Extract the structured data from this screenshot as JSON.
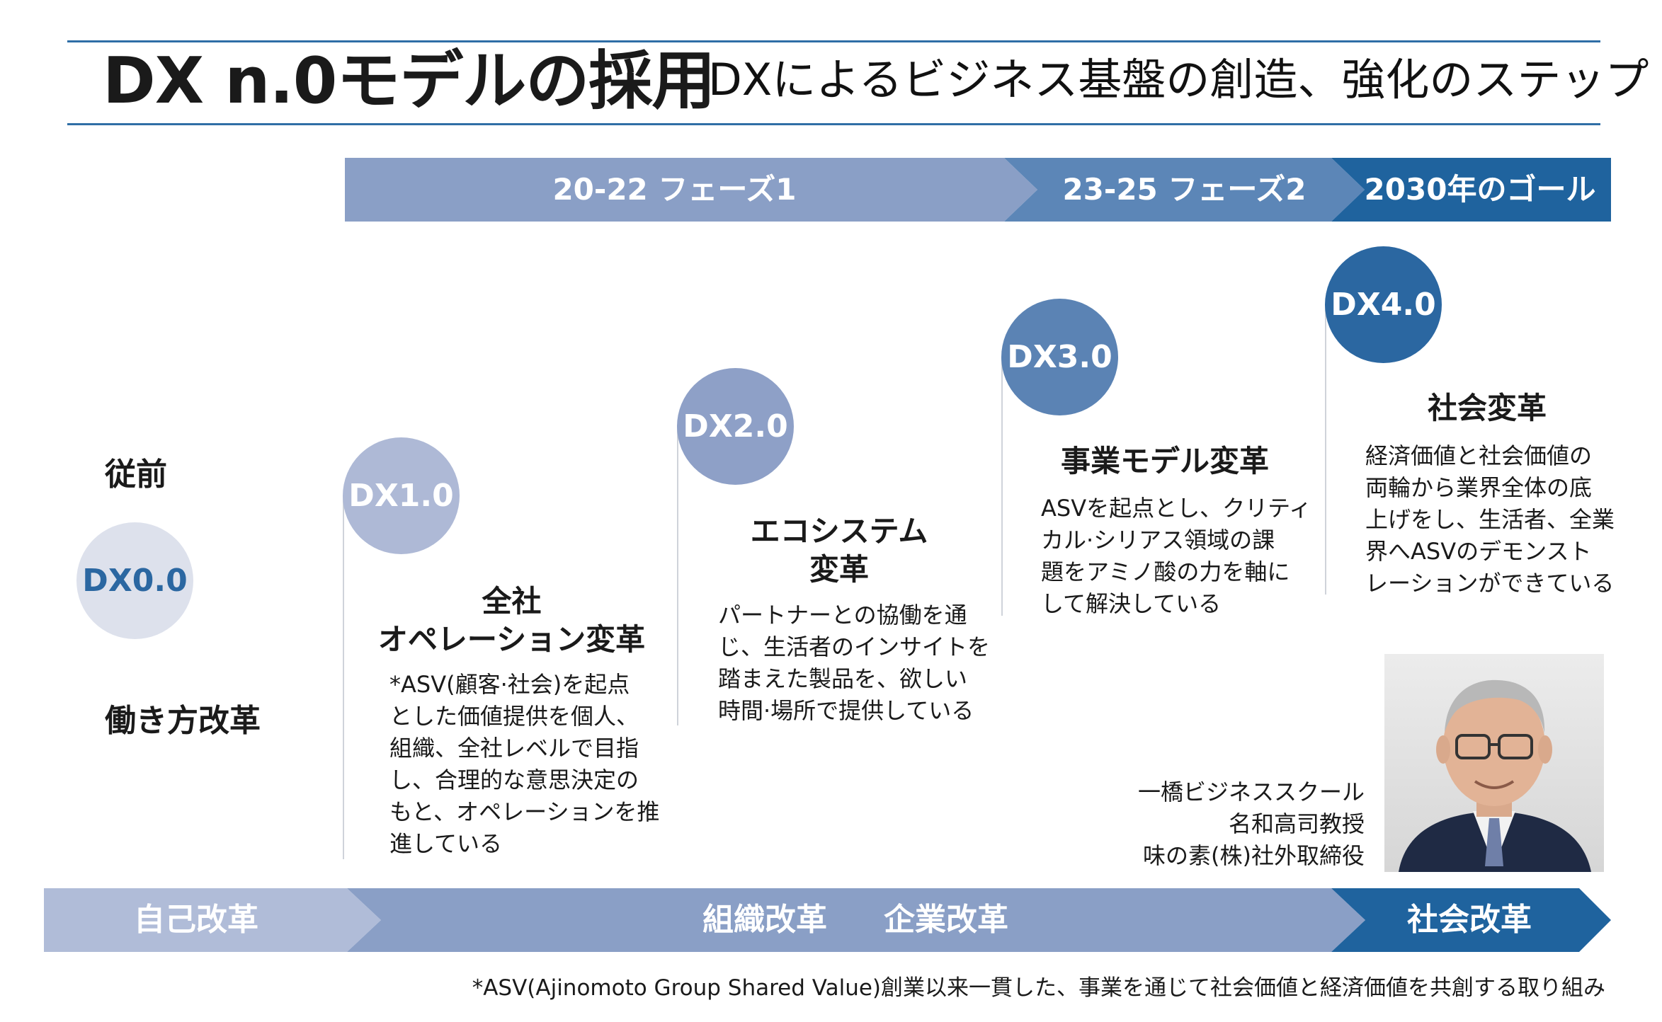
{
  "title": "DX n.0モデルの採用",
  "subtitle": "DXによるビジネス基盤の創造、強化のステップ",
  "phases": {
    "phase1": "20-22 フェーズ1",
    "phase2": "23-25 フェーズ2",
    "goal": "2030年のゴール"
  },
  "colors": {
    "rule": "#2f6ea6",
    "dx0": "#dde1ec",
    "dx1": "#aeb9d6",
    "dx2": "#8ea0c7",
    "dx3": "#5b83b4",
    "dx4": "#2b67a1",
    "phase_light": "#8a9fc6",
    "phase_mid": "#5c86b7",
    "phase_dark": "#1f639e",
    "self_reform": "#b0bcd8"
  },
  "side": {
    "before": "従前",
    "work_style": "働き方改革"
  },
  "stages": [
    {
      "badge": "DX0.0"
    },
    {
      "badge": "DX1.0",
      "heading": [
        "全社",
        "オペレーション変革"
      ],
      "body": [
        "*ASV(顧客·社会)を起点",
        "とした価値提供を個人、",
        "組織、全社レベルで目指",
        "し、合理的な意思決定の",
        "もと、オペレーションを推",
        "進している"
      ]
    },
    {
      "badge": "DX2.0",
      "heading": [
        "エコシステム",
        "変革"
      ],
      "body": [
        "パートナーとの協働を通",
        "じ、生活者のインサイトを",
        "踏まえた製品を、欲しい",
        "時間·場所で提供している"
      ]
    },
    {
      "badge": "DX3.0",
      "heading": [
        "事業モデル変革"
      ],
      "body": [
        "ASVを起点とし、クリティ",
        "カル·シリアス領域の課",
        "題をアミノ酸の力を軸に",
        "して解決している"
      ]
    },
    {
      "badge": "DX4.0",
      "heading": [
        "社会変革"
      ],
      "body": [
        "経済価値と社会価値の",
        "両輪から業界全体の底",
        "上げをし、生活者、全業",
        "界へASVのデモンスト",
        "レーションができている"
      ]
    }
  ],
  "professor": [
    "一橋ビジネススクール",
    "名和高司教授",
    "味の素(株)社外取締役"
  ],
  "bottom": {
    "self": "自己改革",
    "org": "組織改革",
    "corp": "企業改革",
    "society": "社会改革"
  },
  "footnote": "*ASV(Ajinomoto Group Shared Value)創業以来一貫した、事業を通じて社会価値と経済価値を共創する取り組み"
}
